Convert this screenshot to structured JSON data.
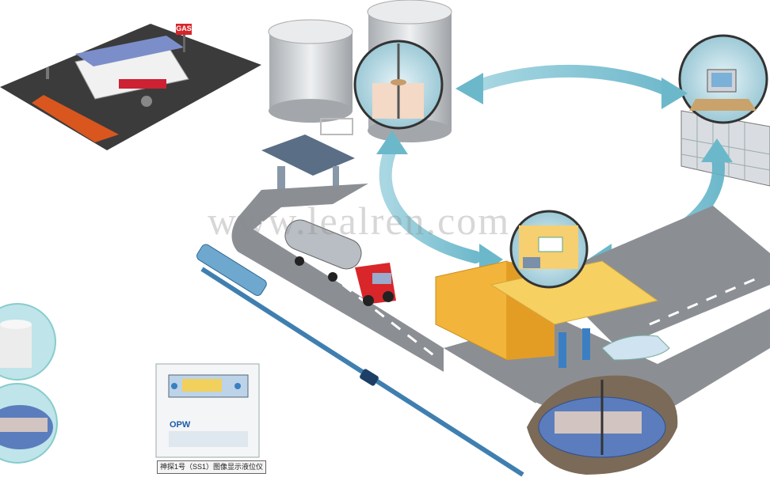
{
  "watermark": "www.lealren.com",
  "sign_text": "GAS",
  "console_brand": "OPW",
  "caption": "神探1号（SS1）图像显示液位仪",
  "colors": {
    "arrow": "#7fc3d4",
    "road": "#8b8f94",
    "building": "#f2b43a",
    "canopy": "#f7d062",
    "truck_cab": "#d8262b",
    "tank": "#d5d8db"
  }
}
